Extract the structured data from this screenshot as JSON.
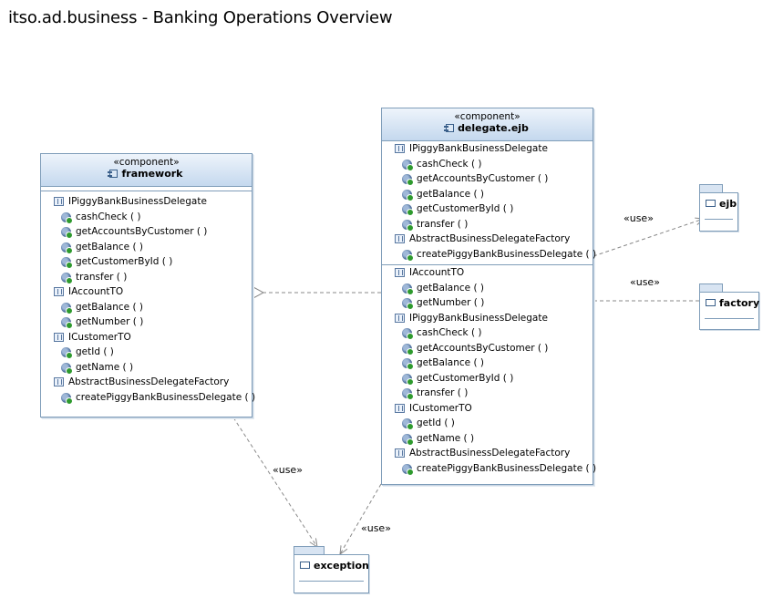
{
  "title": "itso.ad.business - Banking Operations Overview",
  "components": {
    "framework": {
      "stereotype": "«component»",
      "name": "framework",
      "interfaces": [
        {
          "name": "IPiggyBankBusinessDelegate",
          "operations": [
            "cashCheck ( )",
            "getAccountsByCustomer ( )",
            "getBalance ( )",
            "getCustomerById ( )",
            "transfer ( )"
          ]
        },
        {
          "name": "IAccountTO",
          "operations": [
            "getBalance ( )",
            "getNumber ( )"
          ]
        },
        {
          "name": "ICustomerTO",
          "operations": [
            "getId ( )",
            "getName ( )"
          ]
        },
        {
          "name": "AbstractBusinessDelegateFactory",
          "operations": [
            "createPiggyBankBusinessDelegate ( )"
          ]
        }
      ]
    },
    "delegate": {
      "stereotype": "«component»",
      "name": "delegate.ejb",
      "provided": [
        {
          "name": "IPiggyBankBusinessDelegate",
          "operations": [
            "cashCheck ( )",
            "getAccountsByCustomer ( )",
            "getBalance ( )",
            "getCustomerById ( )",
            "transfer ( )"
          ]
        },
        {
          "name": "AbstractBusinessDelegateFactory",
          "operations": [
            "createPiggyBankBusinessDelegate ( )"
          ]
        }
      ],
      "required": [
        {
          "name": "IAccountTO",
          "operations": [
            "getBalance ( )",
            "getNumber ( )"
          ]
        },
        {
          "name": "IPiggyBankBusinessDelegate",
          "operations": [
            "cashCheck ( )",
            "getAccountsByCustomer ( )",
            "getBalance ( )",
            "getCustomerById ( )",
            "transfer ( )"
          ]
        },
        {
          "name": "ICustomerTO",
          "operations": [
            "getId ( )",
            "getName ( )"
          ]
        },
        {
          "name": "AbstractBusinessDelegateFactory",
          "operations": [
            "createPiggyBankBusinessDelegate ( )"
          ]
        }
      ]
    }
  },
  "packages": {
    "ejb": "ejb",
    "factory": "factory",
    "exception": "exception"
  },
  "use_labels": {
    "ejb": "«use»",
    "factory": "«use»",
    "framework_exception": "«use»",
    "delegate_exception": "«use»"
  },
  "colors": {
    "border": "#7f9db9",
    "header_top": "#eef4fb",
    "header_bottom": "#c4d8ee",
    "connector": "#888888"
  }
}
